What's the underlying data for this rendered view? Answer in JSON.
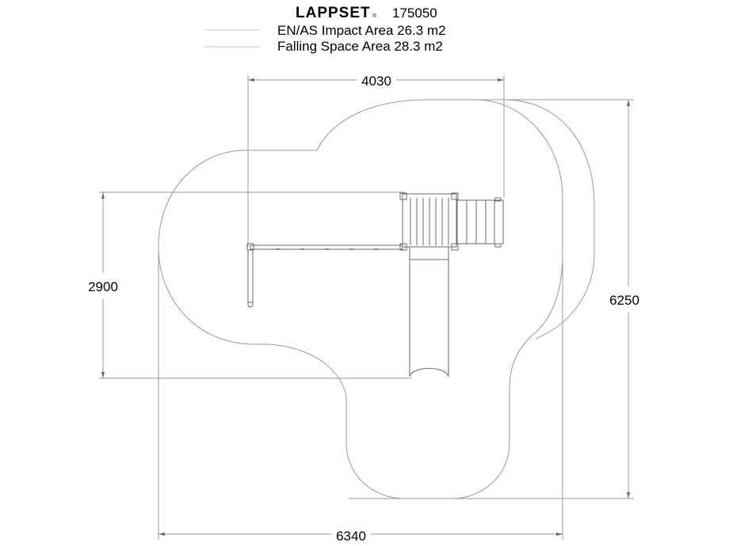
{
  "header": {
    "brand": "LAPPSET",
    "brand_mark": "®",
    "product_number": "175050"
  },
  "legend": [
    {
      "label": "EN/AS Impact Area 26.3 m2",
      "color": "#bdbdbd"
    },
    {
      "label": "Falling Space Area 28.3 m2",
      "color": "#bdbdbd"
    }
  ],
  "dimensions": {
    "top_width": "4030",
    "left_height": "2900",
    "right_height": "6250",
    "bottom_width": "6340"
  },
  "colors": {
    "outline": "#9a9a9a",
    "text": "#000000"
  }
}
